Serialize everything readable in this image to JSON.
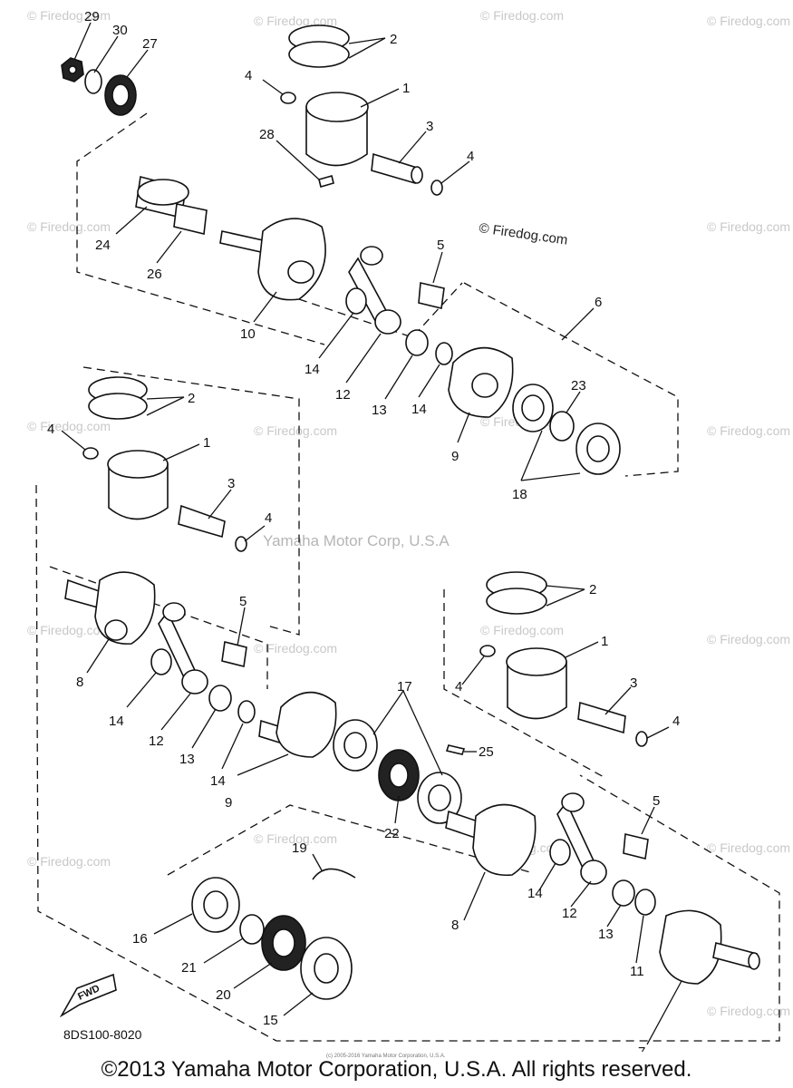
{
  "watermark": {
    "corner": "© Firedog.com",
    "site": "© Firedog.com",
    "center": "Yamaha Motor Corp, U.S.A"
  },
  "part_code": "8DS100-8020",
  "tiny_copyright": "(c) 2005-2016 Yamaha Motor Corporation, U.S.A.",
  "footer": "©2013 Yamaha Motor Corporation, U.S.A. All rights reserved.",
  "fwd_label": "FWD",
  "callouts": {
    "c1": "29",
    "c2": "30",
    "c3": "27",
    "c4": "2",
    "c5": "4",
    "c6": "1",
    "c7": "28",
    "c8": "3",
    "c9": "4",
    "c10": "24",
    "c11": "26",
    "c12": "10",
    "c13": "5",
    "c14": "14",
    "c15": "12",
    "c16": "13",
    "c17": "14",
    "c18": "6",
    "c19": "9",
    "c20": "23",
    "c21": "18",
    "c22": "2",
    "c23": "4",
    "c24": "1",
    "c25": "3",
    "c26": "4",
    "c27": "5",
    "c28": "8",
    "c29": "14",
    "c30": "12",
    "c31": "13",
    "c32": "14",
    "c33": "9",
    "c34": "17",
    "c35": "25",
    "c36": "22",
    "c37": "2",
    "c38": "1",
    "c39": "4",
    "c40": "3",
    "c41": "4",
    "c42": "5",
    "c43": "19",
    "c44": "16",
    "c45": "21",
    "c46": "20",
    "c47": "15",
    "c48": "8",
    "c49": "14",
    "c50": "12",
    "c51": "13",
    "c52": "11",
    "c53": "7"
  }
}
